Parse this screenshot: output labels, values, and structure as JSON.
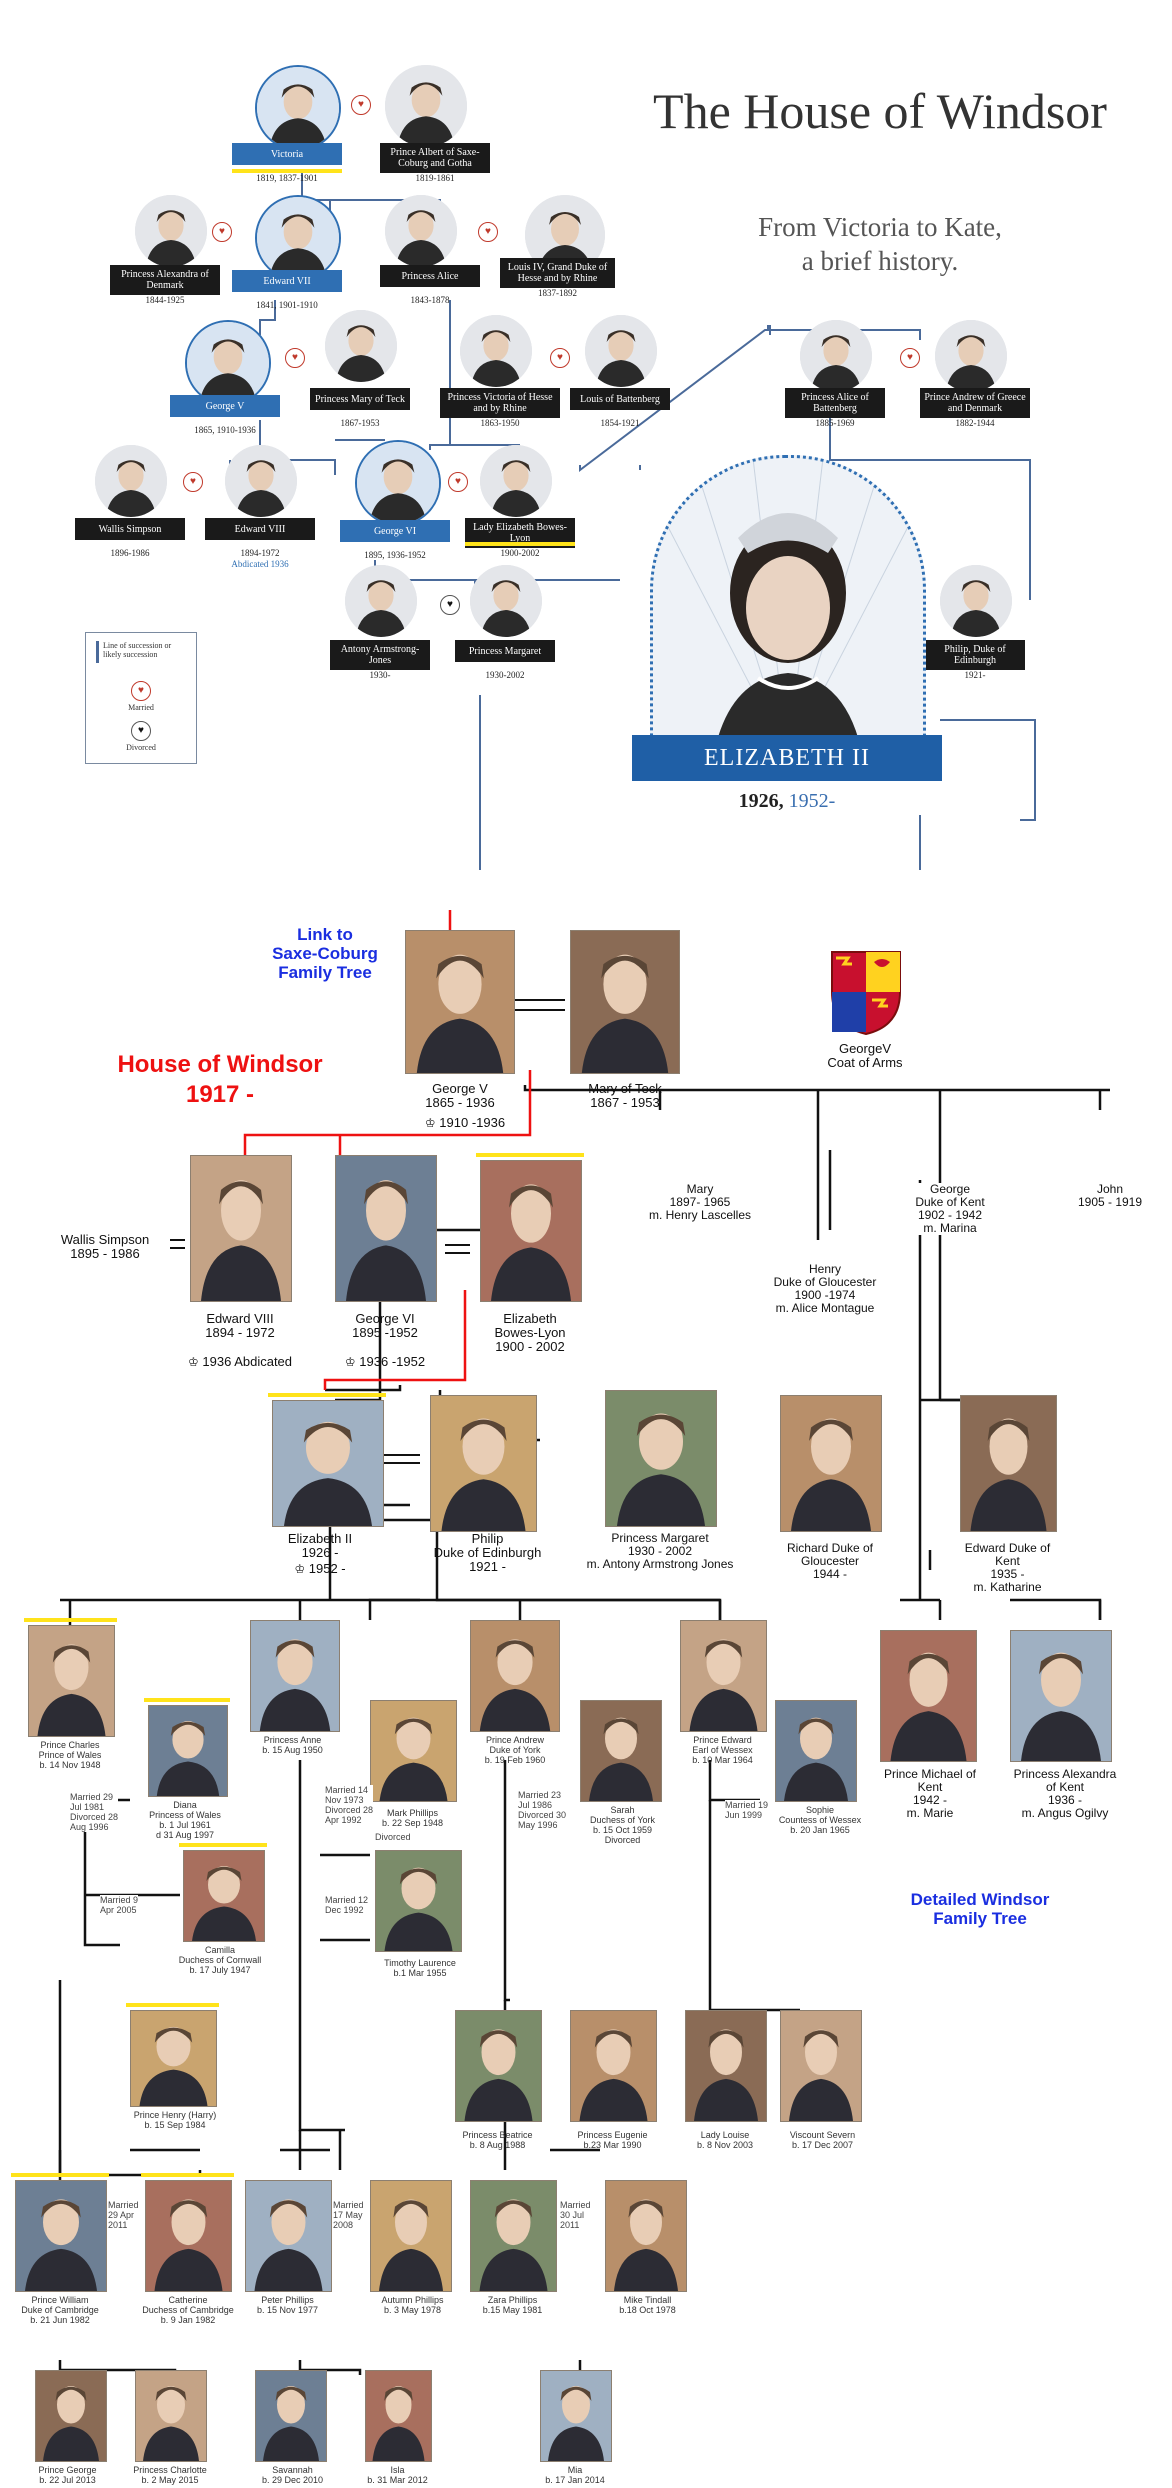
{
  "infographic": {
    "title": "The House of Windsor",
    "subtitle": "From Victoria to Kate,\na brief history.",
    "people": [
      {
        "id": "victoria",
        "label": "Victoria",
        "dates": "1819, 1837-1901",
        "monarch": true
      },
      {
        "id": "albert",
        "label": "Prince Albert of Saxe-Coburg and Gotha",
        "dates": "1819-1861",
        "monarch": false
      },
      {
        "id": "alexandra",
        "label": "Princess Alexandra of Denmark",
        "dates": "1844-1925",
        "monarch": false
      },
      {
        "id": "edward7",
        "label": "Edward VII",
        "dates": "1841, 1901-1910",
        "monarch": true
      },
      {
        "id": "alice",
        "label": "Princess Alice",
        "dates": "1843-1878",
        "monarch": false
      },
      {
        "id": "louis4",
        "label": "Louis IV, Grand Duke of Hesse and by Rhine",
        "dates": "1837-1892",
        "monarch": false
      },
      {
        "id": "george5",
        "label": "George V",
        "dates": "1865, 1910-1936",
        "monarch": true
      },
      {
        "id": "maryteck",
        "label": "Princess Mary of Teck",
        "dates": "1867-1953",
        "monarch": false
      },
      {
        "id": "victoriahesse",
        "label": "Princess Victoria of Hesse and by Rhine",
        "dates": "1863-1950",
        "monarch": false
      },
      {
        "id": "louisbatt",
        "label": "Louis of Battenberg",
        "dates": "1854-1921",
        "monarch": false
      },
      {
        "id": "alicebatt",
        "label": "Princess Alice of Battenberg",
        "dates": "1885-1969",
        "monarch": false
      },
      {
        "id": "andrewgreece",
        "label": "Prince Andrew of Greece and Denmark",
        "dates": "1882-1944",
        "monarch": false
      },
      {
        "id": "wallis",
        "label": "Wallis Simpson",
        "dates": "1896-1986",
        "monarch": false
      },
      {
        "id": "edward8",
        "label": "Edward VIII",
        "dates": "1894-1972",
        "note": "Abdicated 1936",
        "monarch": false
      },
      {
        "id": "george6",
        "label": "George VI",
        "dates": "1895, 1936-1952",
        "monarch": true
      },
      {
        "id": "elizabethbl",
        "label": "Lady Elizabeth Bowes-Lyon",
        "dates": "1900-2002",
        "monarch": false
      },
      {
        "id": "antony",
        "label": "Antony Armstrong-Jones",
        "dates": "1930-",
        "monarch": false
      },
      {
        "id": "margaret",
        "label": "Princess Margaret",
        "dates": "1930-2002",
        "monarch": false
      },
      {
        "id": "philip",
        "label": "Philip, Duke of Edinburgh",
        "dates": "1921-",
        "monarch": false
      }
    ],
    "legend": {
      "succession": "Line of succession or likely succession",
      "married": "Married",
      "divorced": "Divorced"
    },
    "queen": {
      "name": "ELIZABETH II",
      "birth": "1926,",
      "reign": "1952-"
    },
    "colors": {
      "monarch": "#2f6fb3",
      "label_bg": "#1a1a1a",
      "heart": "#c0392b",
      "highlight": "#ffe31a"
    }
  },
  "tree": {
    "link": "Link to\nSaxe-Coburg\nFamily Tree",
    "house_title": "House of Windsor\n1917 -",
    "detailed_link": "Detailed Windsor\nFamily Tree",
    "coat_of_arms": "GeorgeV\nCoat of Arms",
    "gen1": {
      "george5": "George V\n1865 - 1936",
      "george5_reign": "1910 -1936",
      "mary": "Mary of Teck\n1867 - 1953"
    },
    "gen2": {
      "wallis": "Wallis Simpson\n1895 - 1986",
      "edward8": "Edward VIII\n1894 - 1972",
      "edward8_reign": "1936 Abdicated",
      "george6": "George VI\n1895 -1952",
      "george6_reign": "1936 -1952",
      "elizabethbl": "Elizabeth\nBowes-Lyon\n1900 - 2002",
      "mary_lascelles": "Mary\n1897- 1965\nm. Henry Lascelles",
      "george_kent": "George\nDuke of Kent\n1902 - 1942\nm. Marina",
      "john": "John\n1905 - 1919",
      "henry": "Henry\nDuke of Gloucester\n1900 -1974\nm. Alice Montague"
    },
    "gen3": {
      "elizabeth2": "Elizabeth II\n1926 -",
      "elizabeth2_reign": "1952 -",
      "philip": "Philip\nDuke of Edinburgh\n1921 -",
      "margaret": "Princess Margaret\n1930 - 2002\nm. Antony Armstrong Jones",
      "richard": "Richard Duke of\nGloucester\n1944 -",
      "edward_kent": "Edward Duke of\nKent\n1935 -\nm. Katharine"
    },
    "gen4": {
      "charles": "Prince Charles\nPrince of Wales\nb. 14 Nov 1948",
      "diana": "Diana\nPrincess of Wales\nb. 1 Jul 1961\nd 31 Aug 1997",
      "charles_diana_note": "Married 29\nJul 1981\nDivorced 28\nAug 1996",
      "camilla": "Camilla\nDuchess of Cornwall\nb. 17 July 1947",
      "charles_camilla_note": "Married 9\nApr 2005",
      "anne": "Princess Anne\nb. 15 Aug 1950",
      "anne_mark_note": "Married 14\nNov 1973\nDivorced 28\nApr 1992",
      "mark": "Mark Phillips\nb. 22 Sep 1948",
      "mark_status": "Divorced",
      "anne_tim_note": "Married 12\nDec 1992",
      "timothy": "Timothy Laurence\nb.1 Mar 1955",
      "andrew": "Prince Andrew\nDuke of York\nb. 19 Feb 1960",
      "andrew_sarah_note": "Married 23\nJul 1986\nDivorced 30\nMay 1996",
      "sarah": "Sarah\nDuchess of York\nb. 15 Oct 1959\nDivorced",
      "edward": "Prince Edward\nEarl of Wessex\nb. 10 Mar 1964",
      "edward_sophie_note": "Married 19\nJun 1999",
      "sophie": "Sophie\nCountess of Wessex\nb. 20 Jan 1965",
      "michael": "Prince Michael of\nKent\n1942 -\nm. Marie",
      "alexandra": "Princess Alexandra\nof Kent\n1936 -\nm. Angus Ogilvy"
    },
    "gen5": {
      "harry": "Prince Henry (Harry)\nb. 15 Sep 1984",
      "beatrice": "Princess Beatrice\nb. 8 Aug 1988",
      "eugenie": "Princess Eugenie\nb.23 Mar 1990",
      "louise": "Lady Louise\nb. 8 Nov 2003",
      "severn": "Viscount Severn\nb. 17 Dec 2007",
      "william": "Prince William\nDuke of Cambridge\nb. 21 Jun 1982",
      "william_note": "Married\n29 Apr\n2011",
      "catherine": "Catherine\nDuchess of Cambridge\nb. 9 Jan 1982",
      "peter": "Peter Phillips\nb. 15 Nov 1977",
      "peter_note": "Married\n17 May\n2008",
      "autumn": "Autumn Phillips\nb. 3 May 1978",
      "zara": "Zara Phillips\nb.15 May 1981",
      "zara_note": "Married\n30 Jul\n2011",
      "mike": "Mike Tindall\nb.18 Oct 1978"
    },
    "gen6": {
      "george": "Prince George\nb. 22 Jul 2013",
      "charlotte": "Princess Charlotte\nb. 2 May 2015",
      "savannah": "Savannah\nb. 29 Dec 2010",
      "isla": "Isla\nb. 31 Mar 2012",
      "mia": "Mia\nb. 17 Jan 2014"
    },
    "colors": {
      "link": "#1a2ee0",
      "title": "#ee1111",
      "line": "#111111",
      "red_line": "#ee1111",
      "highlight": "#ffe31a"
    },
    "icons": {
      "crown": "crown-icon",
      "arms": "coat-of-arms-icon"
    }
  }
}
